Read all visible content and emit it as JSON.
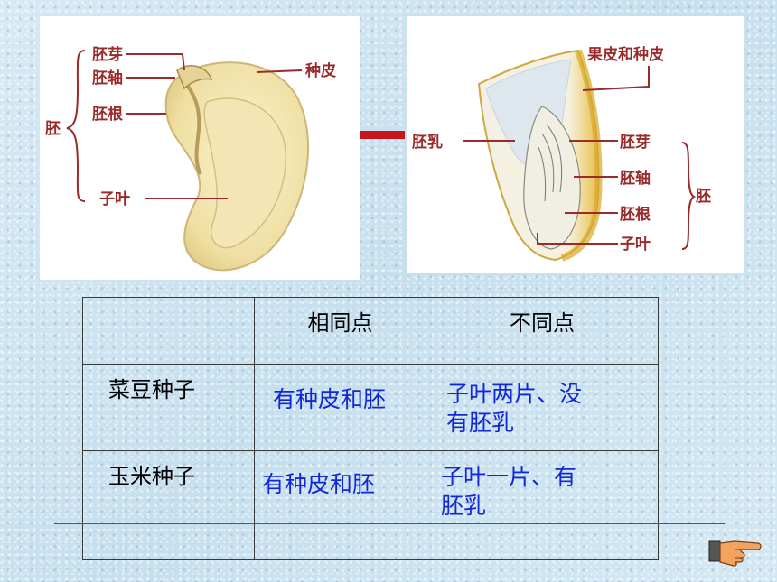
{
  "bean_diagram": {
    "labels": {
      "plumule": "胚芽",
      "hypocotyl": "胚轴",
      "radicle": "胚根",
      "embryo": "胚",
      "cotyledon": "子叶",
      "seed_coat": "种皮"
    }
  },
  "corn_diagram": {
    "labels": {
      "pericarp_seed_coat": "果皮和种皮",
      "endosperm": "胚乳",
      "plumule": "胚芽",
      "hypocotyl": "胚轴",
      "radicle": "胚根",
      "cotyledon": "子叶",
      "embryo": "胚"
    }
  },
  "table": {
    "headers": [
      "",
      "相同点",
      "不同点"
    ],
    "rows": [
      {
        "label": "菜豆种子",
        "same": "有种皮和胚",
        "diff_line1": "子叶两片、没",
        "diff_line2": "有胚乳"
      },
      {
        "label": "玉米种子",
        "same": "有种皮和胚",
        "diff_line1": "子叶一片、有",
        "diff_line2": "胚乳"
      }
    ]
  },
  "colors": {
    "label_red": "#9b2a2a",
    "answer_blue": "#1228d8",
    "connector_red": "#c8141a"
  }
}
